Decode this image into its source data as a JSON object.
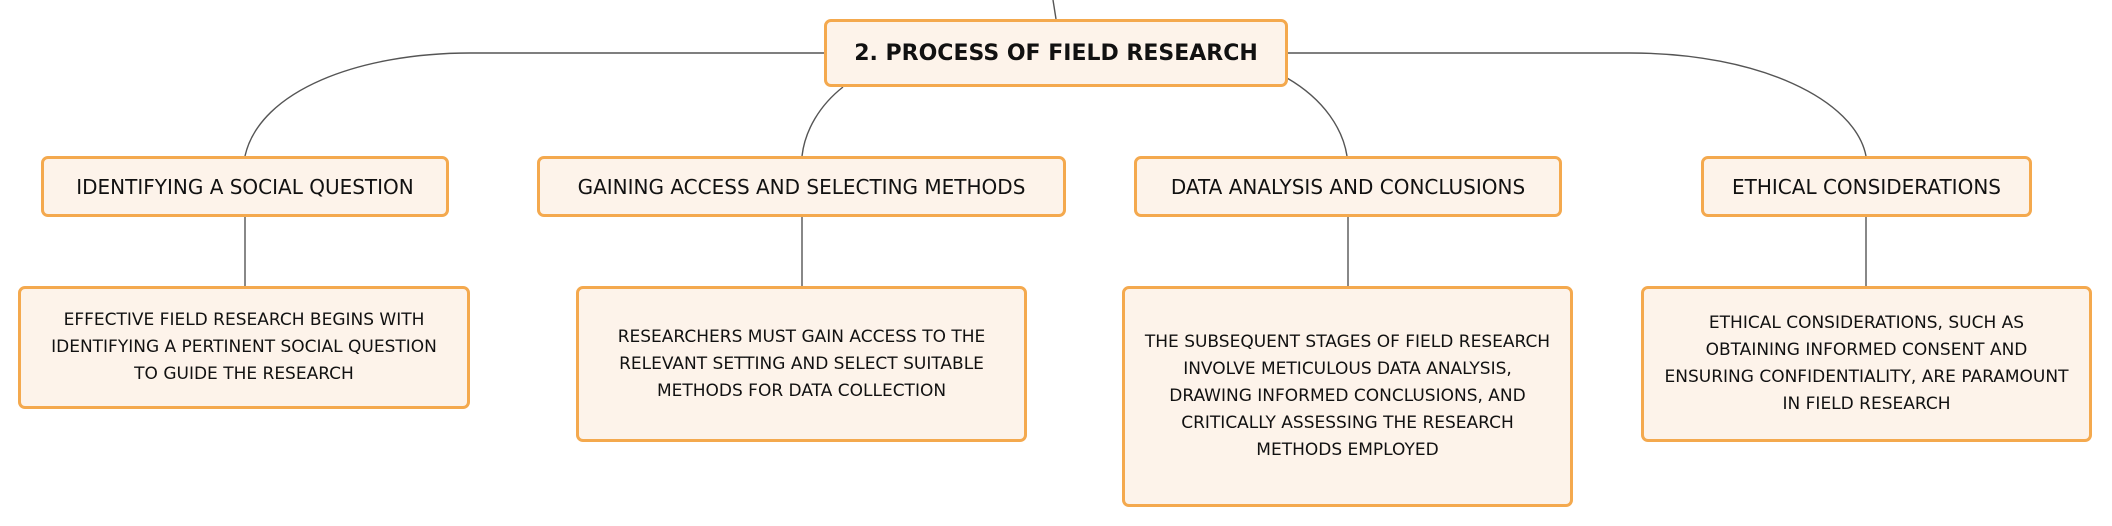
{
  "root": {
    "label": "2. PROCESS OF FIELD RESEARCH"
  },
  "topics": [
    {
      "label": "IDENTIFYING A SOCIAL QUESTION",
      "detail": "EFFECTIVE FIELD RESEARCH BEGINS WITH IDENTIFYING A PERTINENT SOCIAL QUESTION TO GUIDE THE RESEARCH"
    },
    {
      "label": "GAINING ACCESS AND SELECTING METHODS",
      "detail": "RESEARCHERS MUST GAIN ACCESS TO THE RELEVANT SETTING AND SELECT SUITABLE METHODS FOR DATA COLLECTION"
    },
    {
      "label": "DATA ANALYSIS AND CONCLUSIONS",
      "detail": "THE SUBSEQUENT STAGES OF FIELD RESEARCH INVOLVE METICULOUS DATA ANALYSIS, DRAWING INFORMED CONCLUSIONS, AND CRITICALLY ASSESSING THE RESEARCH METHODS EMPLOYED"
    },
    {
      "label": "ETHICAL CONSIDERATIONS",
      "detail": "ETHICAL CONSIDERATIONS, SUCH AS OBTAINING INFORMED CONSENT AND ENSURING CONFIDENTIALITY, ARE PARAMOUNT IN FIELD RESEARCH"
    }
  ],
  "colors": {
    "node_fill": "#fdf3ea",
    "node_border": "#f4a94e",
    "connector": "#555555",
    "text": "#111111"
  }
}
